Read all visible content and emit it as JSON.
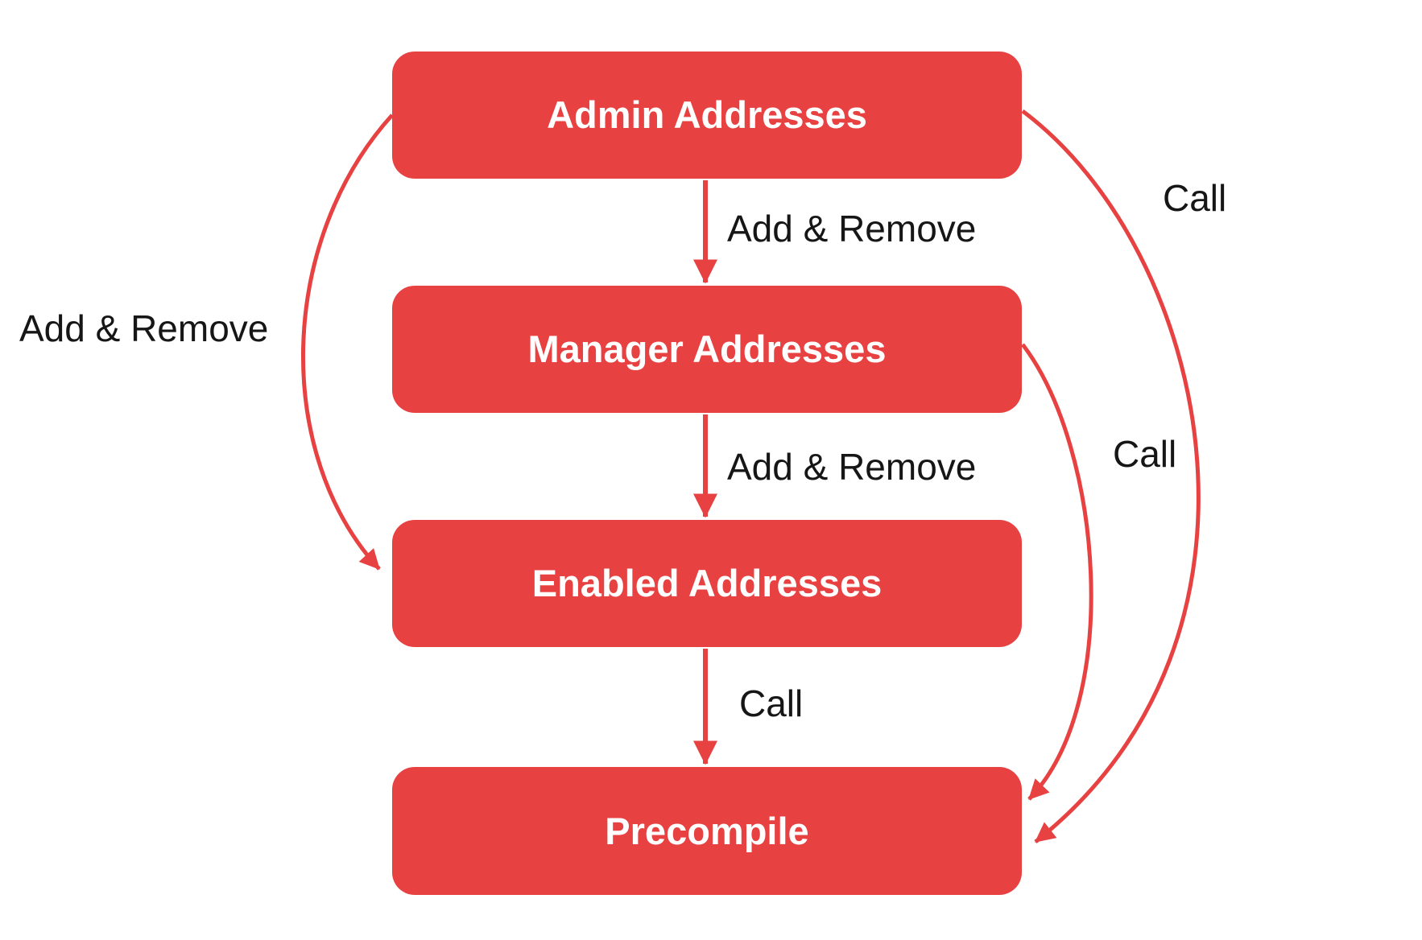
{
  "colors": {
    "background": "#FFFFFF",
    "accent": "#E84142",
    "node_text": "#FFFFFF",
    "label_text": "#161616"
  },
  "diagram": {
    "type": "flowchart",
    "nodes": [
      {
        "id": "admin",
        "label": "Admin Addresses"
      },
      {
        "id": "manager",
        "label": "Manager Addresses"
      },
      {
        "id": "enabled",
        "label": "Enabled Addresses"
      },
      {
        "id": "precompile",
        "label": "Precompile"
      }
    ],
    "edges": [
      {
        "from": "admin",
        "to": "manager",
        "label": "Add & Remove"
      },
      {
        "from": "manager",
        "to": "enabled",
        "label": "Add & Remove"
      },
      {
        "from": "enabled",
        "to": "precompile",
        "label": "Call"
      },
      {
        "from": "admin",
        "to": "enabled",
        "label": "Add & Remove"
      },
      {
        "from": "admin",
        "to": "precompile",
        "label": "Call"
      },
      {
        "from": "manager",
        "to": "precompile",
        "label": "Call"
      }
    ]
  }
}
